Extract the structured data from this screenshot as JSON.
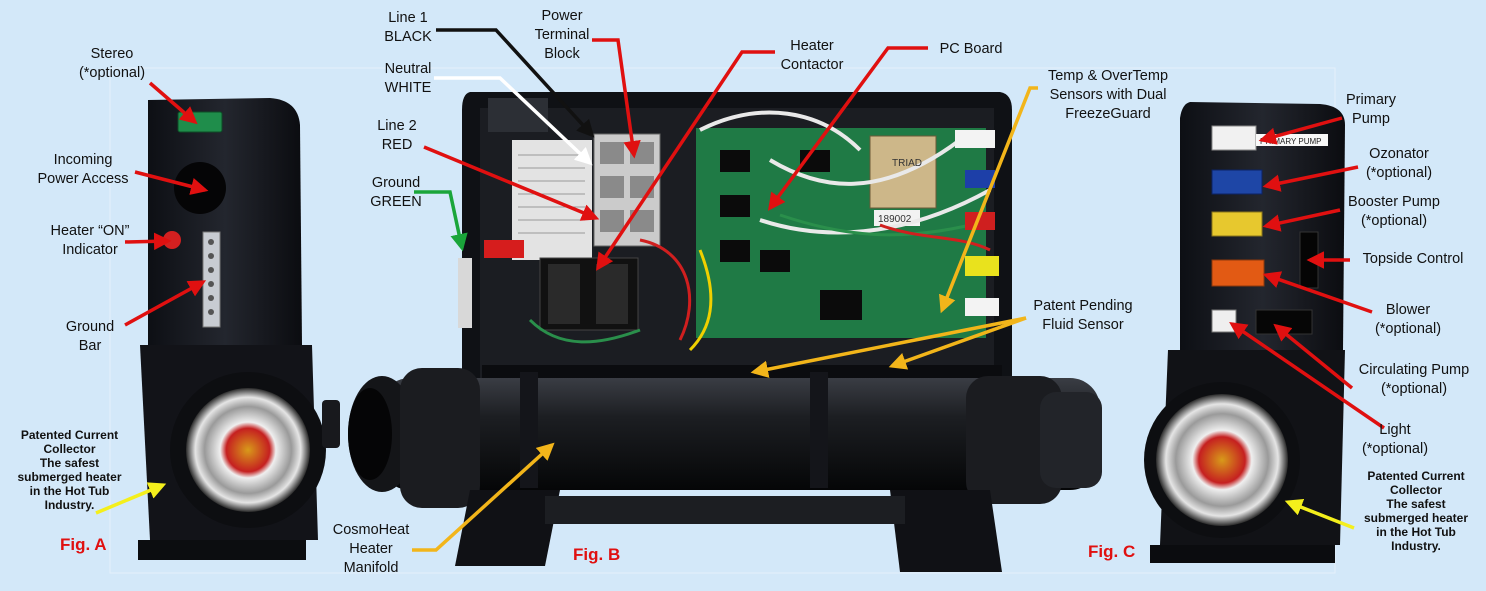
{
  "colors": {
    "background": "#d3e8f9",
    "arrow_red": "#e01010",
    "arrow_black": "#111111",
    "arrow_white": "#ffffff",
    "arrow_green": "#1aa53a",
    "arrow_yellow": "#f2b51a",
    "arrow_bright_yellow": "#f4ef1c",
    "figure_label": "#e01010"
  },
  "figures": {
    "a": "Fig. A",
    "b": "Fig. B",
    "c": "Fig. C"
  },
  "fig_a": {
    "stereo": [
      "Stereo",
      "(*optional)"
    ],
    "power_access": [
      "Incoming",
      "Power Access"
    ],
    "heater_on": [
      "Heater “ON”",
      "Indicator"
    ],
    "ground_bar": [
      "Ground",
      "Bar"
    ],
    "collector": [
      "Patented Current",
      "Collector",
      "The safest",
      "submerged heater",
      "in the Hot Tub",
      "Industry."
    ]
  },
  "fig_b": {
    "line1": [
      "Line 1",
      "BLACK"
    ],
    "neutral": [
      "Neutral",
      "WHITE"
    ],
    "line2": [
      "Line 2",
      "RED"
    ],
    "ground": [
      "Ground",
      "GREEN"
    ],
    "terminal": [
      "Power",
      "Terminal",
      "Block"
    ],
    "contactor": [
      "Heater",
      "Contactor"
    ],
    "pcboard": [
      "PC Board"
    ],
    "temp": [
      "Temp & OverTemp",
      "Sensors with Dual",
      "FreezeGuard"
    ],
    "fluid": [
      "Patent Pending",
      "Fluid Sensor"
    ],
    "manifold": [
      "CosmoHeat",
      "Heater",
      "Manifold"
    ],
    "board_text": [
      "TRIAD",
      "189002"
    ]
  },
  "fig_c": {
    "primary": [
      "Primary",
      "Pump"
    ],
    "ozonator": [
      "Ozonator",
      "(*optional)"
    ],
    "booster": [
      "Booster Pump",
      "(*optional)"
    ],
    "topside": [
      "Topside Control"
    ],
    "blower": [
      "Blower",
      "(*optional)"
    ],
    "circulating": [
      "Circulating Pump",
      "(*optional)"
    ],
    "light": [
      "Light",
      "(*optional)"
    ],
    "collector": [
      "Patented Current",
      "Collector",
      "The safest",
      "submerged heater",
      "in the Hot Tub",
      "Industry."
    ],
    "sticker_text": "PRIMARY PUMP"
  }
}
